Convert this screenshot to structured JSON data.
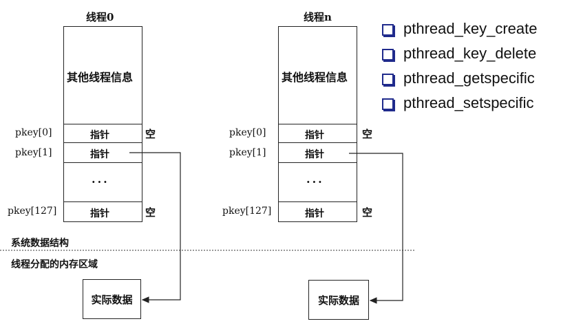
{
  "threads": [
    {
      "title": "线程0",
      "info": "其他线程信息",
      "rows": [
        {
          "label": "pkey[0]",
          "cell": "指针",
          "note": "空"
        },
        {
          "label": "pkey[1]",
          "cell": "指针",
          "note": ""
        },
        {
          "label": "",
          "cell": "···",
          "note": ""
        },
        {
          "label": "pkey[127]",
          "cell": "指针",
          "note": "空"
        }
      ],
      "data_box": "实际数据"
    },
    {
      "title": "线程n",
      "info": "其他线程信息",
      "rows": [
        {
          "label": "pkey[0]",
          "cell": "指针",
          "note": "空"
        },
        {
          "label": "pkey[1]",
          "cell": "指针",
          "note": ""
        },
        {
          "label": "",
          "cell": "···",
          "note": ""
        },
        {
          "label": "pkey[127]",
          "cell": "指针",
          "note": "空"
        }
      ],
      "data_box": "实际数据"
    }
  ],
  "sections": {
    "system_data": "系统数据结构",
    "thread_memory": "线程分配的内存区域"
  },
  "api_list": [
    "pthread_key_create",
    "pthread_key_delete",
    "pthread_getspecific",
    "pthread_setspecific"
  ],
  "colors": {
    "bullet": "#1f2a8c",
    "lines": "#222222"
  }
}
